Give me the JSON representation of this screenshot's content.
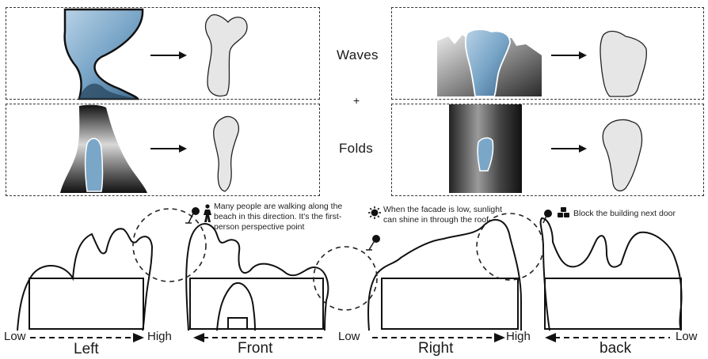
{
  "center_labels": {
    "waves": "Waves",
    "plus": "+",
    "folds": "Folds"
  },
  "annotations": {
    "walker": "Many people are walking along the beach in this direction. It's the first-person perspective point",
    "sun": "When the facade is low, sunlight can shine in through the roof",
    "block": "Block the building next door"
  },
  "elevations": [
    {
      "name": "Left",
      "from": "Low",
      "to": "High"
    },
    {
      "name": "Front",
      "from": "High",
      "to": "Low"
    },
    {
      "name": "Right",
      "from": "Low",
      "to": "High"
    },
    {
      "name": "back",
      "from": "High",
      "to": "Low"
    }
  ],
  "icons": [
    "person-icon",
    "sun-icon",
    "blocks-icon",
    "arrow-right-icon",
    "arrow-left-icon"
  ],
  "colors": {
    "photo_blue": "#7aa6c8",
    "shape_fill": "#e6e6e6",
    "ink": "#1a1a1a"
  }
}
